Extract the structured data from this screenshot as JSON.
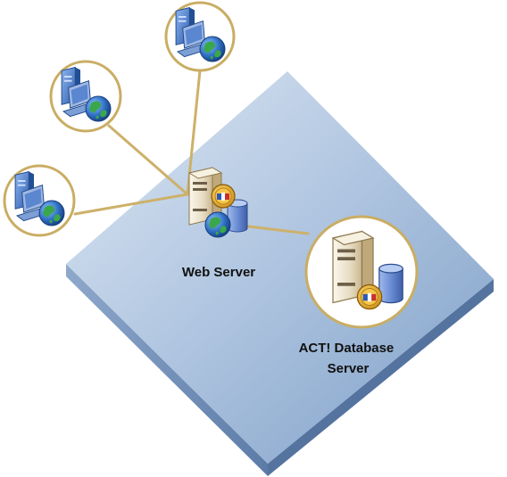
{
  "diagram": {
    "colors": {
      "platform_light": "#cfdff0",
      "platform_dark": "#7f9fc8",
      "platform_side": "#5f7fad",
      "connector": "#cdb16a",
      "circle_border": "#c9ad63",
      "server_body": "#ece3cc",
      "database": "#6a8dd4",
      "globe": "#2f6fc2",
      "monitor": "#3c72c4"
    },
    "nodes": {
      "web_server": {
        "label": "Web Server",
        "icons": [
          "server-tower-icon",
          "globe-icon",
          "database-icon",
          "badge-icon"
        ]
      },
      "database_server": {
        "label_line1": "ACT! Database",
        "label_line2": "Server",
        "icons": [
          "server-tower-icon",
          "database-icon",
          "badge-icon"
        ]
      },
      "clients": [
        {
          "icons": [
            "desktop-computer-icon",
            "globe-icon"
          ]
        },
        {
          "icons": [
            "desktop-computer-icon",
            "globe-icon"
          ]
        },
        {
          "icons": [
            "desktop-computer-icon",
            "globe-icon"
          ]
        }
      ]
    }
  }
}
